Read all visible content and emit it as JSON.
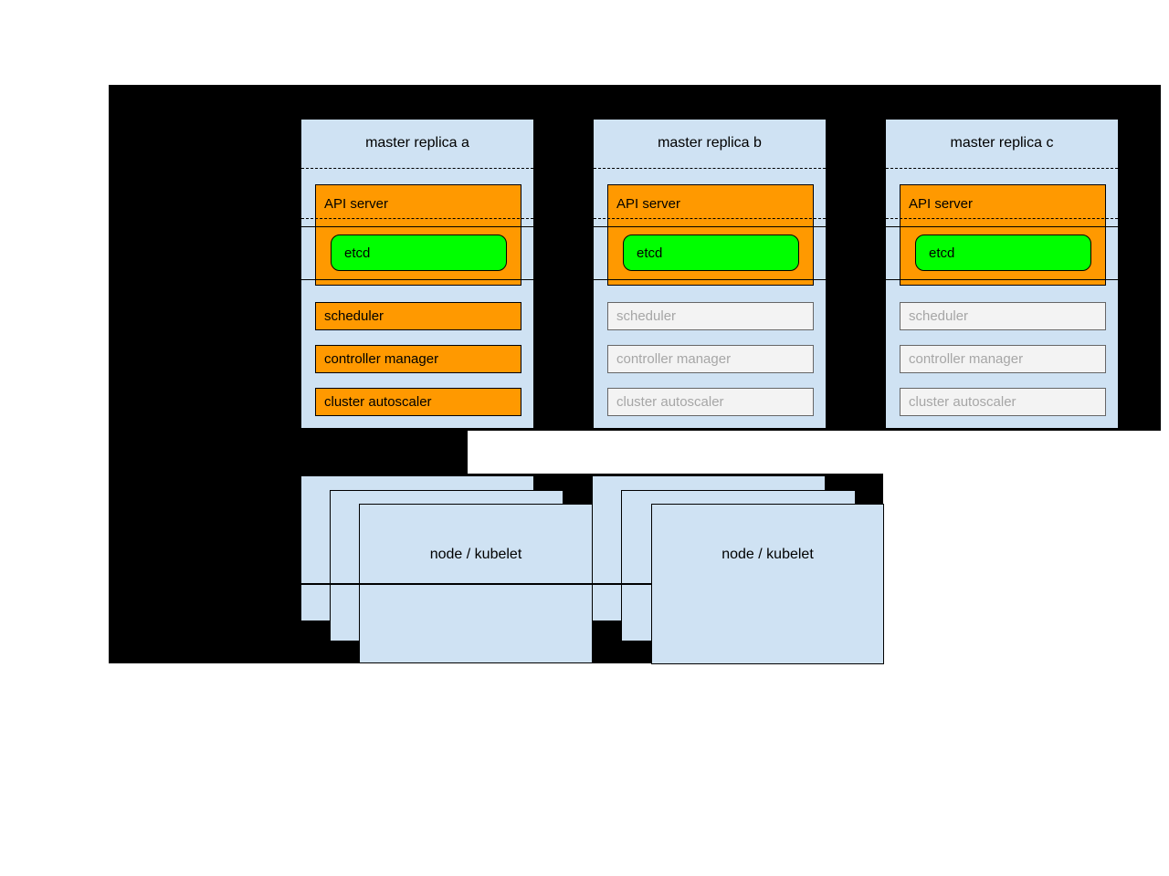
{
  "colors": {
    "background": "#ffffff",
    "panel_black": "#000000",
    "box_blue": "#cfe2f3",
    "accent_orange": "#ff9900",
    "accent_green": "#00ff00",
    "inactive_fill": "#f3f3f3",
    "inactive_border": "#666666",
    "inactive_text": "#a6a6a6",
    "line_black": "#000000"
  },
  "masters": [
    {
      "title": "master replica a",
      "active": true,
      "api_server": "API server",
      "etcd": "etcd",
      "scheduler": "scheduler",
      "controller_manager": "controller manager",
      "cluster_autoscaler": "cluster autoscaler"
    },
    {
      "title": "master replica b",
      "active": false,
      "api_server": "API server",
      "etcd": "etcd",
      "scheduler": "scheduler",
      "controller_manager": "controller manager",
      "cluster_autoscaler": "cluster autoscaler"
    },
    {
      "title": "master replica c",
      "active": false,
      "api_server": "API server",
      "etcd": "etcd",
      "scheduler": "scheduler",
      "controller_manager": "controller manager",
      "cluster_autoscaler": "cluster autoscaler"
    }
  ],
  "nodes": [
    {
      "label": "node / kubelet"
    },
    {
      "label": "node / kubelet"
    }
  ]
}
